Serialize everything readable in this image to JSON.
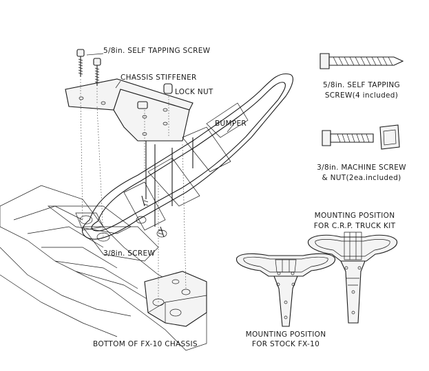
{
  "labels": {
    "self_tapping_screw": "5/8in. SELF TAPPING SCREW",
    "chassis_stiffener": "CHASSIS STIFFENER",
    "lock_nut": "LOCK NUT",
    "bumper": "BUMPER",
    "machine_screw_38": "3/8in. SCREW",
    "bottom_of_chassis": "BOTTOM OF FX-10 CHASSIS"
  },
  "parts_key": {
    "tapping_screw_line1": "5/8in. SELF TAPPING",
    "tapping_screw_line2": "SCREW(4 included)",
    "machine_screw_line1": "3/8in. MACHINE SCREW",
    "machine_screw_line2": "& NUT(2ea.included)"
  },
  "mounting": {
    "crp_line1": "MOUNTING POSITION",
    "crp_line2": "FOR C.R.P. TRUCK KIT",
    "stock_line1": "MOUNTING POSITION",
    "stock_line2": "FOR STOCK FX-10"
  }
}
